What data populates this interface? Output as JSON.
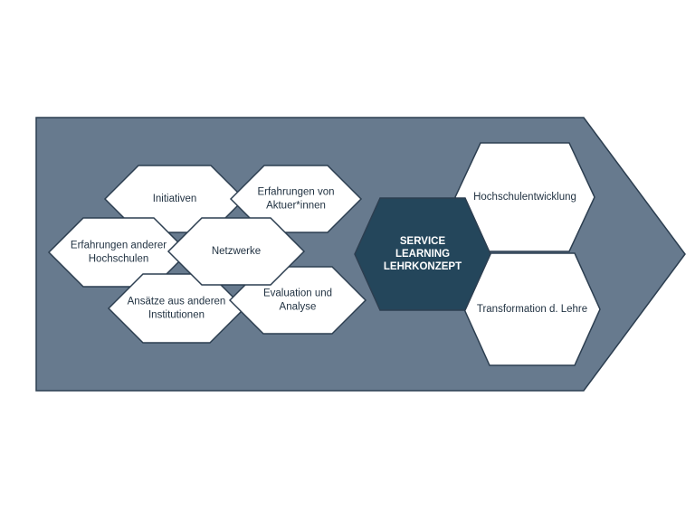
{
  "colors": {
    "arrow_fill": "#677a8e",
    "arrow_stroke": "#2c3e50",
    "hex_fill": "#ffffff",
    "hex_stroke": "#2c3e50",
    "core_fill": "#24465b"
  },
  "inputs": [
    {
      "id": "initiativen",
      "lines": [
        "Initiativen"
      ]
    },
    {
      "id": "erfahrungen-aktuer",
      "lines": [
        "Erfahrungen von",
        "Aktuer*innen"
      ]
    },
    {
      "id": "erfahrungen-hochschulen",
      "lines": [
        "Erfahrungen anderer",
        "Hochschulen"
      ]
    },
    {
      "id": "netzwerke",
      "lines": [
        "Netzwerke"
      ]
    },
    {
      "id": "ansaetze",
      "lines": [
        "Ansätze aus anderen",
        "Institutionen"
      ]
    },
    {
      "id": "evaluation",
      "lines": [
        "Evaluation und",
        "Analyse"
      ]
    }
  ],
  "core": {
    "lines": [
      "SERVICE",
      "LEARNING",
      "LEHRKONZEPT"
    ]
  },
  "outputs": [
    {
      "id": "hochschulentwicklung",
      "lines": [
        "Hochschulentwicklung"
      ]
    },
    {
      "id": "transformation",
      "lines": [
        "Transformation d. Lehre"
      ]
    }
  ]
}
